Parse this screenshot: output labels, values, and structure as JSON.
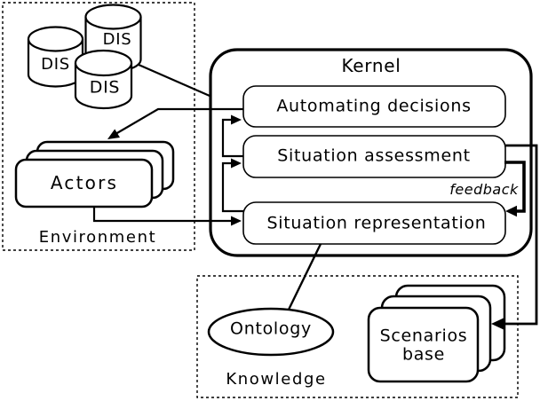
{
  "colors": {
    "line": "#000000",
    "background": "#ffffff"
  },
  "environment": {
    "label": "Environment",
    "databases": [
      "DIS",
      "DIS",
      "DIS"
    ],
    "actors_label": "Actors"
  },
  "kernel": {
    "title": "Kernel",
    "modules": [
      {
        "label": "Automating decisions"
      },
      {
        "label": "Situation assessment"
      },
      {
        "label": "Situation representation"
      }
    ],
    "feedback_label": "feedback"
  },
  "knowledge": {
    "label": "Knowledge",
    "ontology_label": "Ontology",
    "scenarios_label": "Scenarios base"
  },
  "edges": [
    {
      "from": "DIS databases",
      "to": "Kernel",
      "arrow": false
    },
    {
      "from": "Automating decisions",
      "to": "Actors",
      "arrow": true
    },
    {
      "from": "Situation assessment",
      "to": "Automating decisions",
      "arrow": true
    },
    {
      "from": "Situation representation",
      "to": "Situation assessment",
      "arrow": true
    },
    {
      "from": "Actors",
      "to": "Situation representation",
      "arrow": true
    },
    {
      "from": "Situation assessment",
      "to": "Situation representation",
      "arrow": true,
      "label": "feedback"
    },
    {
      "from": "Situation assessment",
      "to": "Scenarios base",
      "arrow": true
    },
    {
      "from": "Situation representation",
      "to": "Ontology",
      "arrow": false
    }
  ]
}
